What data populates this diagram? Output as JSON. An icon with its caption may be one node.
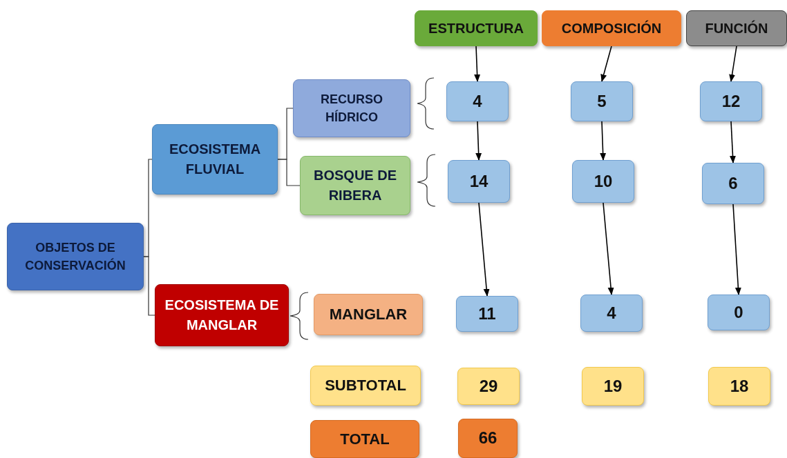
{
  "diagram": {
    "nodes": [
      {
        "text": [
          "ESTRUCTURA"
        ]
      },
      {
        "text": [
          "COMPOSICIÓN"
        ]
      },
      {
        "text": [
          "FUNCIÓN"
        ]
      },
      {
        "text": [
          "OBJETOS DE CONSERVACIÓN"
        ]
      },
      {
        "text": [
          "ECOSISTEMA FLUVIAL"
        ]
      },
      {
        "text": [
          "RECURSO HÍDRICO"
        ]
      },
      {
        "text": [
          "BOSQUE DE RIBERA"
        ]
      },
      {
        "text": [
          "ECOSISTEMA DE MANGLAR"
        ]
      },
      {
        "text": [
          "MANGLAR"
        ]
      },
      {
        "text": [
          "4"
        ]
      },
      {
        "text": [
          "5"
        ]
      },
      {
        "text": [
          "12"
        ]
      },
      {
        "text": [
          "14"
        ]
      },
      {
        "text": [
          "10"
        ]
      },
      {
        "text": [
          "6"
        ]
      },
      {
        "text": [
          "11"
        ]
      },
      {
        "text": [
          "4"
        ]
      },
      {
        "text": [
          "0"
        ]
      },
      {
        "text": [
          "SUBTOTAL"
        ]
      },
      {
        "text": [
          "29"
        ]
      },
      {
        "text": [
          "19"
        ]
      },
      {
        "text": [
          "18"
        ]
      },
      {
        "text": [
          "TOTAL"
        ]
      },
      {
        "text": [
          "66"
        ]
      }
    ],
    "edges": [
      {
        "from": 0,
        "to": 9,
        "arrow": "to"
      },
      {
        "from": 9,
        "to": 12,
        "arrow": "to"
      },
      {
        "from": 12,
        "to": 15,
        "arrow": "to"
      },
      {
        "from": 1,
        "to": 10,
        "arrow": "to"
      },
      {
        "from": 10,
        "to": 13,
        "arrow": "to"
      },
      {
        "from": 13,
        "to": 16,
        "arrow": "to"
      },
      {
        "from": 2,
        "to": 11,
        "arrow": "to"
      },
      {
        "from": 11,
        "to": 14,
        "arrow": "to"
      },
      {
        "from": 14,
        "to": 17,
        "arrow": "to"
      },
      {
        "from": 3,
        "to": 4,
        "arrow": "none"
      },
      {
        "from": 3,
        "to": 7,
        "arrow": "none"
      },
      {
        "from": 4,
        "to": 5,
        "arrow": "none"
      },
      {
        "from": 4,
        "to": 6,
        "arrow": "none"
      }
    ]
  }
}
